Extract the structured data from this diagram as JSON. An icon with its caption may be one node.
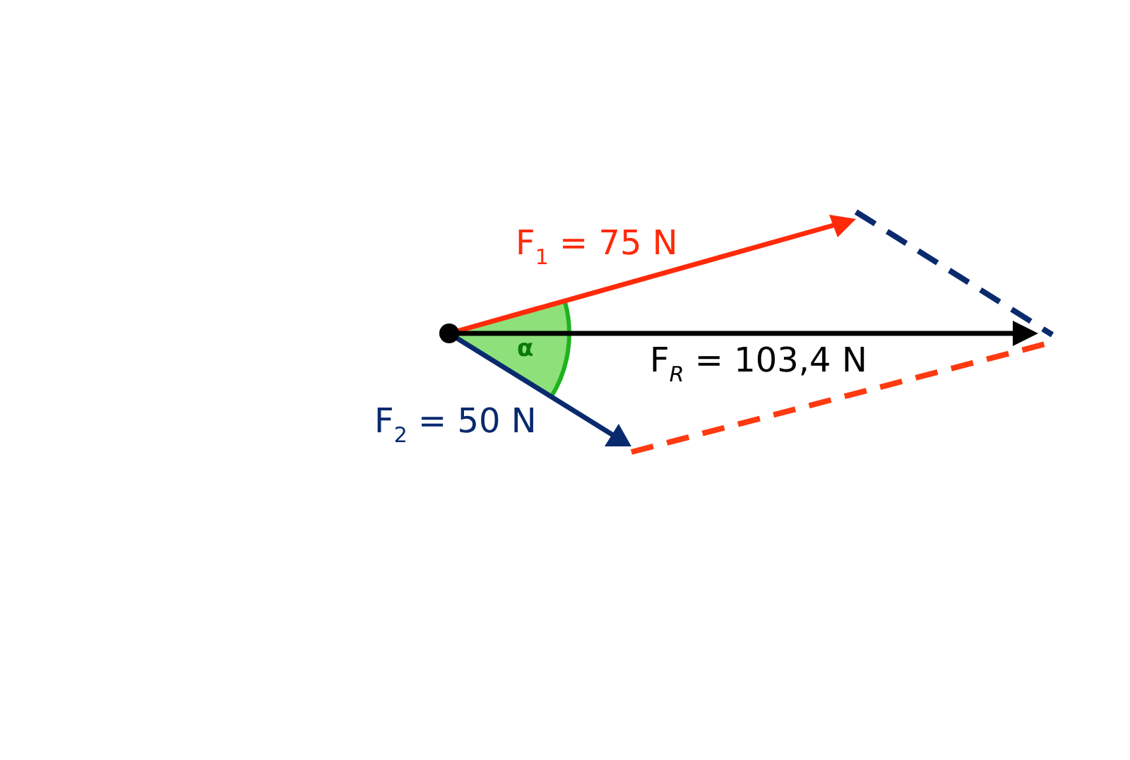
{
  "diagram": {
    "labels": [
      "F$_{1}$ = 75 N",
      "α",
      "F$_{R}$ = 103,4 N",
      "F$_{2}$ = 50 N"
    ]
  }
}
